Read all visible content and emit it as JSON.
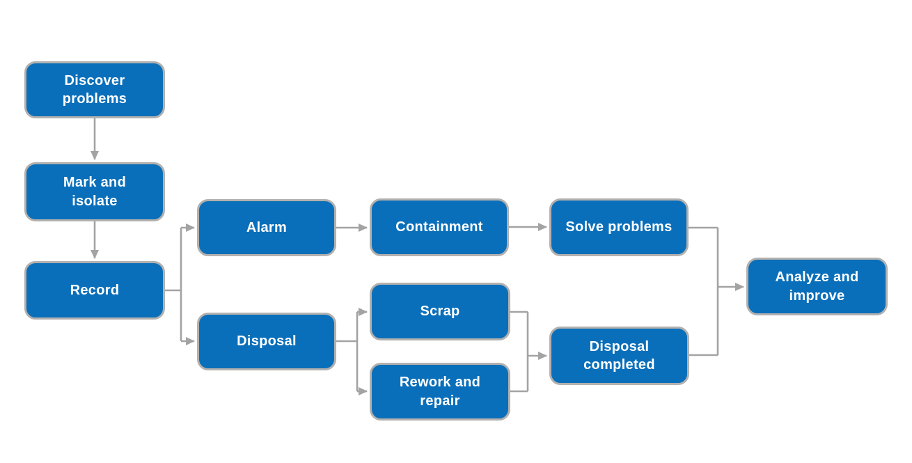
{
  "diagram": {
    "type": "flowchart",
    "background_color": "#ffffff",
    "colors": {
      "node_fill": "#0a6fba",
      "node_border": "#b3b1af",
      "node_text": "#ffffff",
      "connector": "#a3a3a3"
    },
    "nodes": {
      "discover": {
        "label": "Discover\nproblems"
      },
      "mark": {
        "label": "Mark and\nisolate"
      },
      "record": {
        "label": "Record"
      },
      "alarm": {
        "label": "Alarm"
      },
      "containment": {
        "label": "Containment"
      },
      "solve": {
        "label": "Solve problems"
      },
      "disposal": {
        "label": "Disposal"
      },
      "scrap": {
        "label": "Scrap"
      },
      "rework": {
        "label": "Rework and\nrepair"
      },
      "disposal_completed": {
        "label": "Disposal\ncompleted"
      },
      "analyze": {
        "label": "Analyze and\nimprove"
      }
    },
    "edges": [
      {
        "from": "discover",
        "to": "mark"
      },
      {
        "from": "mark",
        "to": "record"
      },
      {
        "from": "record",
        "to": "alarm"
      },
      {
        "from": "record",
        "to": "disposal"
      },
      {
        "from": "alarm",
        "to": "containment"
      },
      {
        "from": "containment",
        "to": "solve"
      },
      {
        "from": "solve",
        "to": "analyze"
      },
      {
        "from": "disposal",
        "to": "scrap"
      },
      {
        "from": "disposal",
        "to": "rework"
      },
      {
        "from": "scrap",
        "to": "disposal_completed"
      },
      {
        "from": "rework",
        "to": "disposal_completed"
      },
      {
        "from": "disposal_completed",
        "to": "analyze"
      }
    ]
  }
}
